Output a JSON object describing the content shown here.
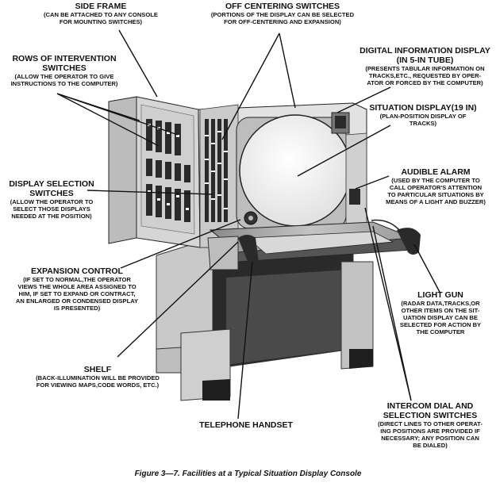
{
  "labels": {
    "side_frame": {
      "title": "SIDE FRAME",
      "desc": [
        "(CAN BE ATTACHED TO ANY CONSOLE",
        "FOR MOUNTING SWITCHES)"
      ]
    },
    "off_centering": {
      "title": "OFF CENTERING SWITCHES",
      "desc": [
        "(PORTIONS OF THE DISPLAY CAN BE SELECTED",
        "FOR OFF-CENTERING AND EXPANSION)"
      ]
    },
    "digital_info": {
      "title": [
        "DIGITAL INFORMATION DISPLAY",
        "(IN 5-IN TUBE)"
      ],
      "desc": [
        "(PRESENTS TABULAR INFORMATION ON",
        "TRACKS,ETC., REQUESTED BY OPER-",
        "ATOR OR FORCED BY THE COMPUTER)"
      ]
    },
    "intervention": {
      "title": [
        "ROWS OF INTERVENTION",
        "SWITCHES"
      ],
      "desc": [
        "(ALLOW THE OPERATOR TO GIVE",
        "INSTRUCTIONS TO THE COMPUTER)"
      ]
    },
    "situation": {
      "title": "SITUATION DISPLAY(19 IN)",
      "desc": [
        "(PLAN-POSITION DISPLAY OF",
        "TRACKS)"
      ]
    },
    "audible": {
      "title": "AUDIBLE ALARM",
      "desc": [
        "(USED BY THE COMPUTER TO",
        "CALL OPERATOR'S ATTENTION",
        "TO PARTICULAR SITUATIONS BY",
        "MEANS OF A LIGHT AND BUZZER)"
      ]
    },
    "display_sel": {
      "title": [
        "DISPLAY SELECTION",
        "SWITCHES"
      ],
      "desc": [
        "(ALLOW THE OPERATOR TO",
        "SELECT THOSE DISPLAYS",
        "NEEDED AT THE POSITION)"
      ]
    },
    "expansion": {
      "title": "EXPANSION CONTROL",
      "desc": [
        "(IF SET TO NORMAL,THE OPERATOR",
        "VIEWS THE WHOLE AREA ASSIGNED TO",
        "HIM, IF SET TO EXPAND OR CONTRACT,",
        "AN ENLARGED OR CONDENSED DISPLAY",
        "IS PRESENTED)"
      ]
    },
    "light_gun": {
      "title": "LIGHT GUN",
      "desc": [
        "(RADAR DATA,TRACKS,OR",
        "OTHER ITEMS ON THE SIT-",
        "UATION DISPLAY CAN BE",
        "SELECTED FOR ACTION BY",
        "THE COMPUTER"
      ]
    },
    "shelf": {
      "title": "SHELF",
      "desc": [
        "(BACK-ILLUMINATION WILL BE PROVIDED",
        "FOR VIEWING MAPS,CODE WORDS, ETC.)"
      ]
    },
    "intercom": {
      "title": [
        "INTERCOM DIAL AND",
        "SELECTION SWITCHES"
      ],
      "desc": [
        "(DIRECT LINES TO OTHER OPERAT-",
        "ING POSITIONS ARE PROVIDED IF",
        "NECESSARY; ANY POSITION CAN",
        "BE DIALED)"
      ]
    },
    "telephone": {
      "title": "TELEPHONE HANDSET",
      "desc": []
    }
  },
  "caption": "Figure 3—7. Facilities at a Typical Situation Display Console"
}
